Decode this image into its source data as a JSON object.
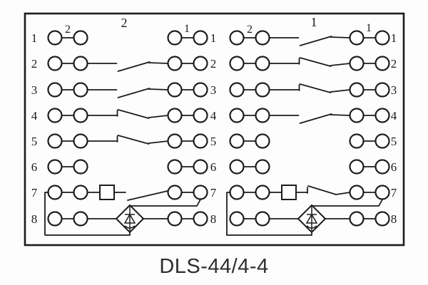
{
  "caption": "DLS-44/4-4",
  "diagram": {
    "row_numbers": [
      "1",
      "2",
      "3",
      "4",
      "5",
      "6",
      "7",
      "8"
    ],
    "left_group": {
      "group_label": "2",
      "left_pair_label": "2",
      "right_pair_label": "1"
    },
    "right_group": {
      "group_label": "1",
      "left_pair_label": "2",
      "right_pair_label": "1"
    },
    "icons": {
      "terminal": "terminal-circle-icon",
      "plain_contact": "make-contact-switch-icon",
      "notched_contact": "notched-contact-switch-icon",
      "resistor": "resistor-box-icon",
      "rectifier": "rectifier-bridge-icon"
    }
  }
}
